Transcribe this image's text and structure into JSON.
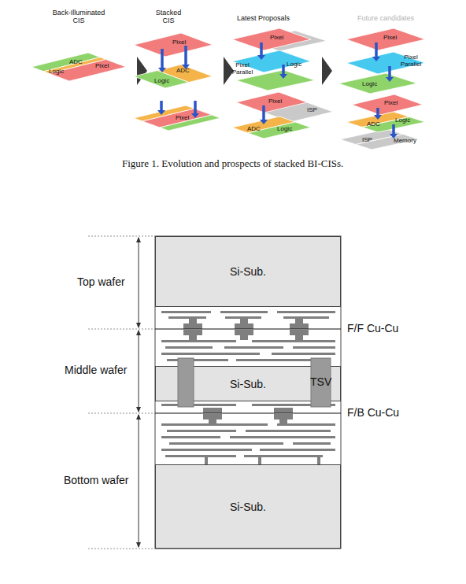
{
  "diagram": {
    "caption": "Figure 1. Evolution and prospects of stacked BI-CISs.",
    "nodes": [
      {
        "text": [
          "Si-Sub."
        ]
      },
      {
        "text": [
          "Si-Sub."
        ]
      },
      {
        "text": [
          "Si-Sub."
        ]
      }
    ],
    "labels": [
      "Back-Illuminated CIS",
      "Stacked CIS",
      "Latest Proposals",
      "Future candidates",
      "Logic",
      "ADC",
      "Pixel",
      "Pixel",
      "ADC",
      "Logic",
      "Pixel",
      "Pixel",
      "Pixel Parallel",
      "Logic",
      "Pixel",
      "ISP",
      "ADC",
      "Logic",
      "Pixel",
      "Pixel Parallel",
      "Logic",
      "Pixel",
      "Logic",
      "ADC",
      "ISP",
      "Memory",
      "Top wafer",
      "Middle wafer",
      "Bottom wafer",
      "F/F Cu-Cu",
      "TSV",
      "F/B Cu-Cu"
    ]
  }
}
